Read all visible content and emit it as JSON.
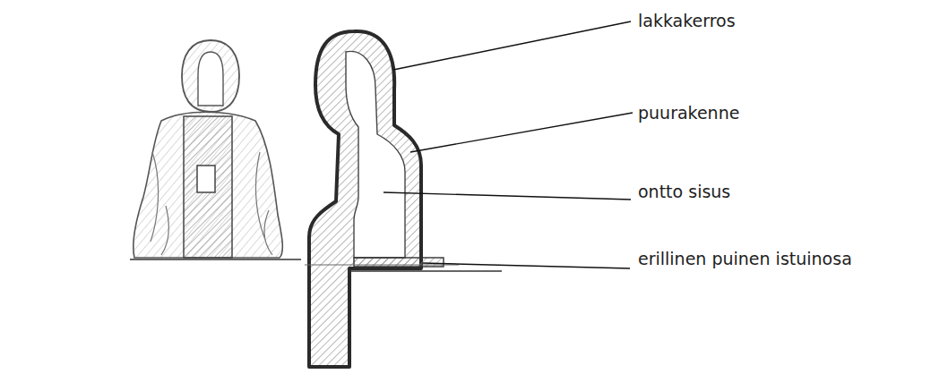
{
  "diagram": {
    "labels": [
      "lakkakerros",
      "puurakenne",
      "ontto sisus",
      "erillinen puinen istuinosa"
    ]
  }
}
